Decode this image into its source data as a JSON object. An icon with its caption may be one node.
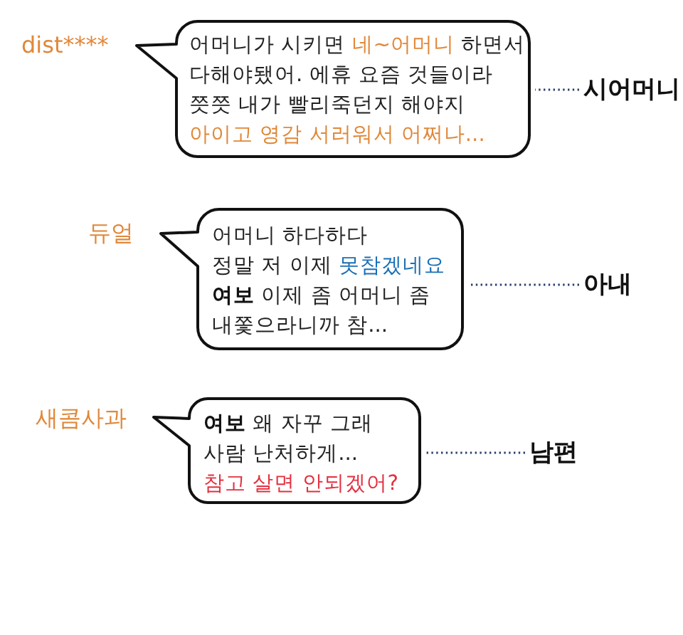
{
  "diagram": {
    "nodes": [
      {
        "text": [
          "어머니가 시키면 네~어머니 하면서 다해야됐어. 에휴 요즘 것들이라 쯧쯧 내가 빨리죽던지 해야지 아이고 영감 서러워서 어쩌나..."
        ],
        "beside": [
          "dist****"
        ]
      },
      {
        "text": [
          "시어머니"
        ]
      },
      {
        "text": [
          "어머니 하다하다 정말 저 이제 못참겠네요 **여보** 이제 좀 어머니 좀 내쫓으라니까 참..."
        ],
        "beside": [
          "듀얼"
        ]
      },
      {
        "text": [
          "아내"
        ]
      },
      {
        "text": [
          "**여보** 왜 자꾸 그래 사람 난처하게... 참고 살면 안되겠어?"
        ],
        "beside": [
          "새콤사과"
        ]
      },
      {
        "text": [
          "남편"
        ]
      }
    ],
    "edges": [
      {
        "from": 1,
        "to": 0,
        "arrow": "none",
        "style": "dashed"
      },
      {
        "from": 3,
        "to": 2,
        "arrow": "none",
        "style": "dashed"
      },
      {
        "from": 5,
        "to": 4,
        "arrow": "none",
        "style": "dashed"
      }
    ]
  }
}
